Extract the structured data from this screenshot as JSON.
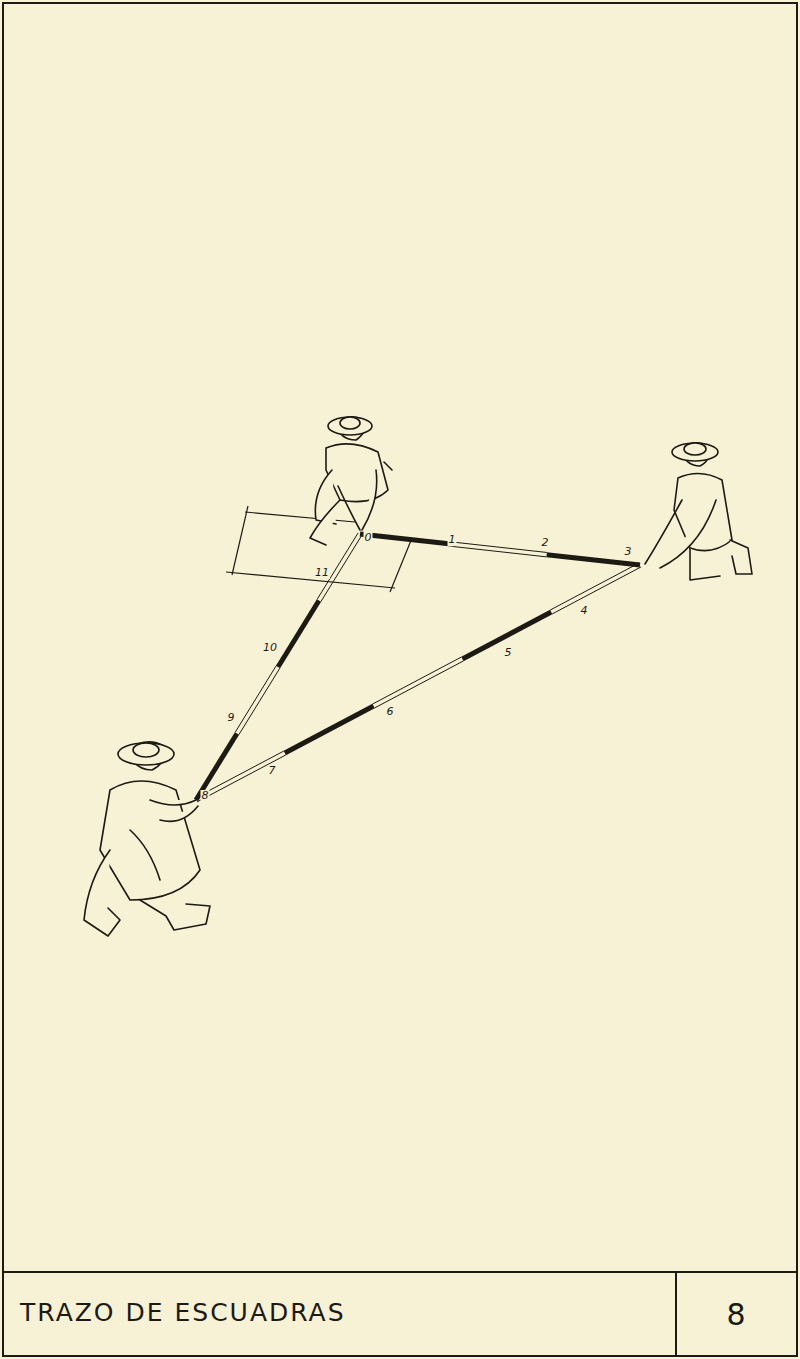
{
  "diagram": {
    "title": "TRAZO DE ESCUADRAS",
    "labels": [
      "0",
      "1",
      "2",
      "3",
      "4",
      "5",
      "6",
      "7",
      "8",
      "9",
      "10",
      "11",
      "8"
    ]
  }
}
